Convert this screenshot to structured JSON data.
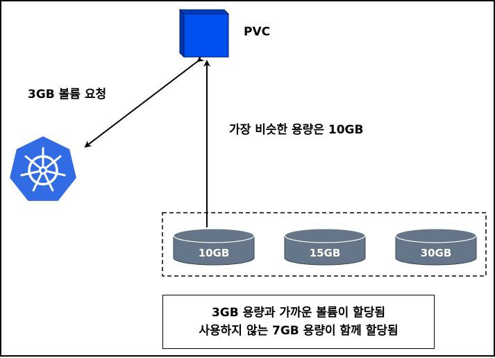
{
  "pvc": {
    "label": "PVC",
    "icon": "cube-icon",
    "color": "#0050ef"
  },
  "kubernetes": {
    "icon": "kubernetes-helm-icon",
    "color": "#326ce5"
  },
  "arrows": {
    "request_label": "3GB 볼륨 요청",
    "binding_label": "가장 비슷한 용량은 10GB"
  },
  "volumes": {
    "color": "#647687",
    "items": [
      {
        "label": "10GB"
      },
      {
        "label": "15GB"
      },
      {
        "label": "30GB"
      }
    ]
  },
  "note": {
    "line1": "3GB 용량과 가까운 볼륨이 할당됨",
    "line2": "사용하지 않는 7GB 용량이 함께 할당됨"
  }
}
